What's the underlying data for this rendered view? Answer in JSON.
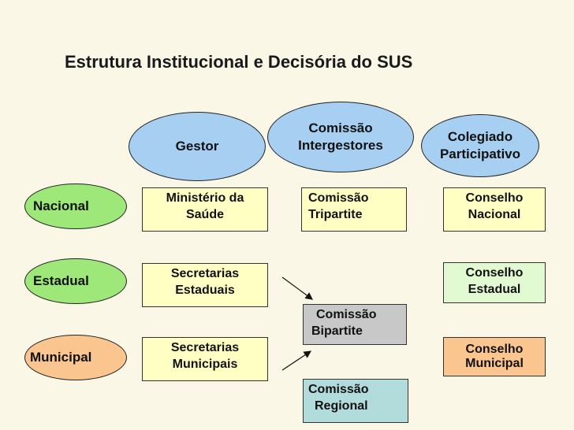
{
  "title": "Estrutura Institucional e Decisória do SUS",
  "columns": {
    "gestor": "Gestor",
    "intergestores_line1": "Comissão",
    "intergestores_line2": "Intergestores",
    "colegiado_line1": "Colegiado",
    "colegiado_line2": "Participativo"
  },
  "levels": {
    "nacional": "Nacional",
    "estadual": "Estadual",
    "municipal": "Municipal"
  },
  "gestor": {
    "nacional_1": "Ministério da",
    "nacional_2": "Saúde",
    "estadual_1": "Secretarias",
    "estadual_2": "Estaduais",
    "municipal_1": "Secretarias",
    "municipal_2": "Municipais"
  },
  "comissoes": {
    "tripartite_1": "Comissão",
    "tripartite_2": "Tripartite",
    "bipartite_1": "Comissão",
    "bipartite_2": "Bipartite",
    "regional_1": "Comissão",
    "regional_2": "Regional"
  },
  "conselhos": {
    "nacional_1": "Conselho",
    "nacional_2": "Nacional",
    "estadual_1": "Conselho",
    "estadual_2": "Estadual",
    "municipal_1": "Conselho",
    "municipal_2": "Municipal"
  },
  "colors": {
    "blue": "#a6cff2",
    "green": "#9ee87a",
    "yellow": "#ffffc4",
    "gray": "#c8c8c8",
    "lightgreen": "#e2fad2",
    "orange": "#fbc58f",
    "teal": "#b2dcdc"
  }
}
